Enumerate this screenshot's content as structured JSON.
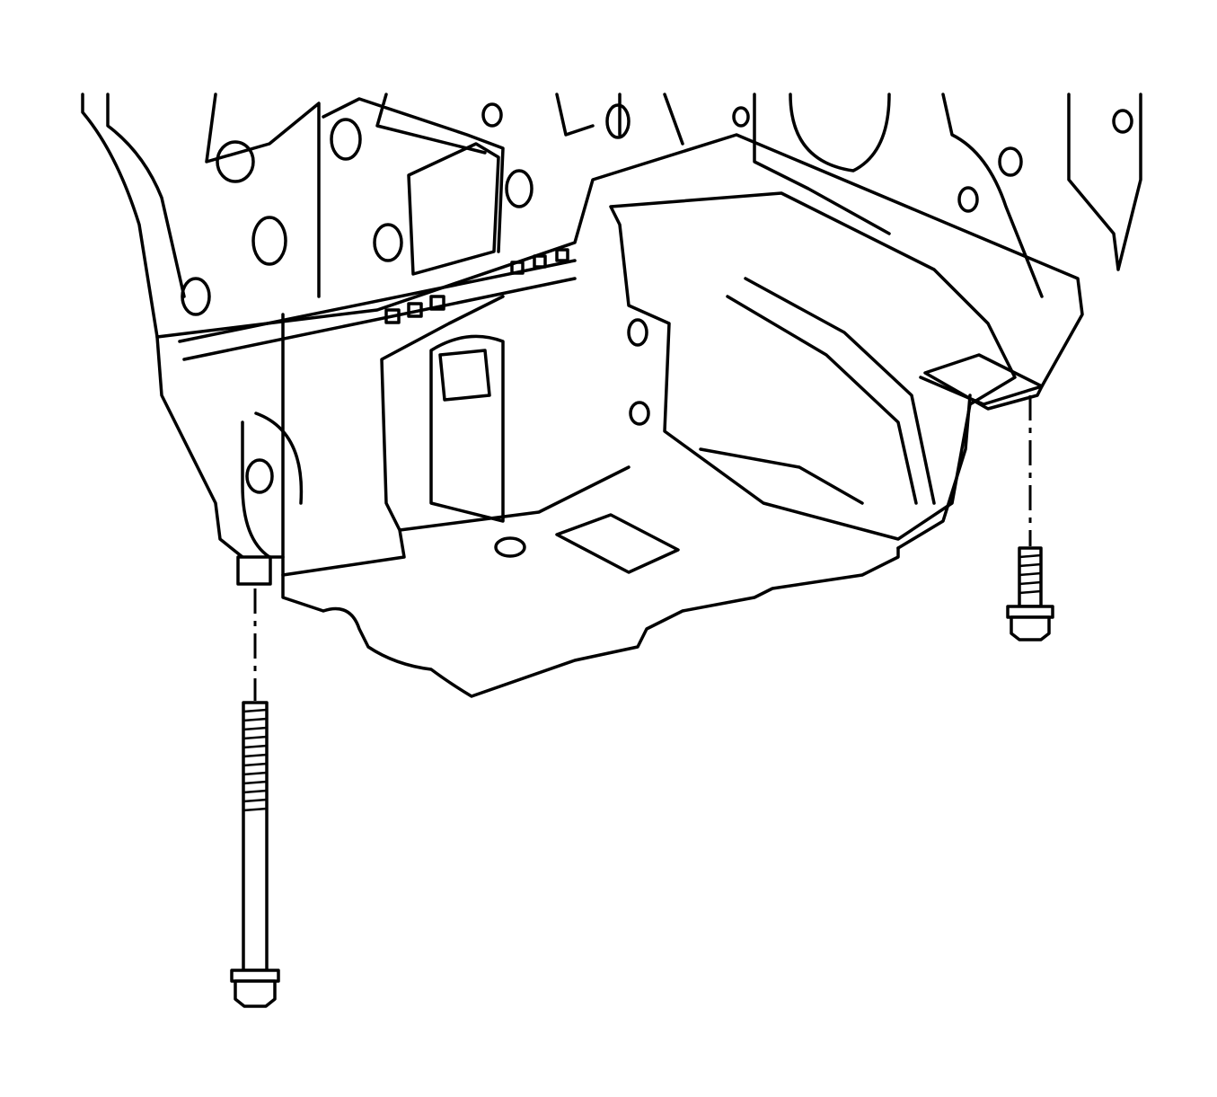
{
  "diagram": {
    "subject": "oil-pan-bolt-installation",
    "line_color": "#000000",
    "background_color": "#ffffff",
    "components": [
      {
        "name": "engine-block",
        "icon": "engine-block"
      },
      {
        "name": "oil-pan",
        "icon": "oil-pan"
      },
      {
        "name": "long-bolt",
        "icon": "bolt"
      },
      {
        "name": "short-bolt",
        "icon": "bolt"
      }
    ]
  }
}
